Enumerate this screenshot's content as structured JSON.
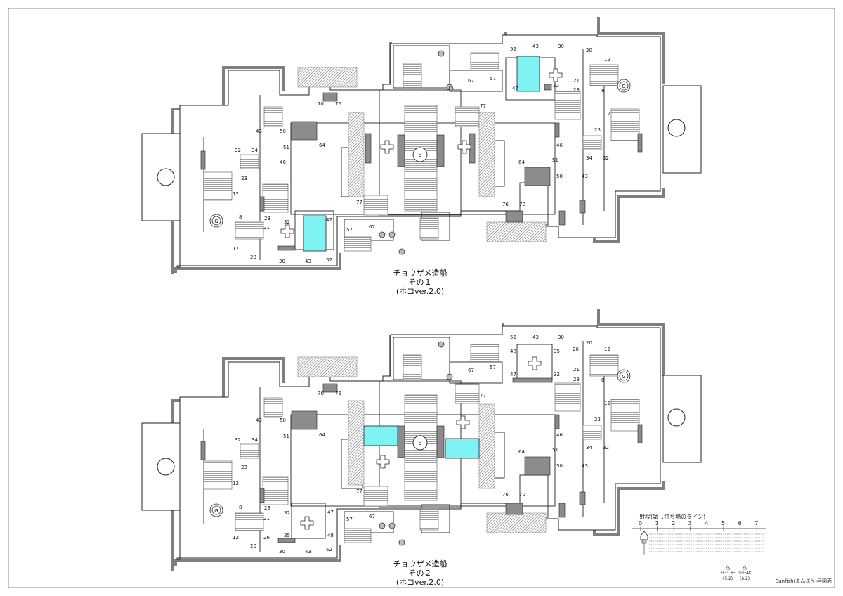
{
  "maps": [
    {
      "id": "map1",
      "title_line1": "チョウザメ造船",
      "title_line2": "その１",
      "title_line3": "(ホコver.2.0)",
      "labels": [
        "43",
        "30",
        "20",
        "12",
        "52",
        "67",
        "57",
        "47",
        "21",
        "23",
        "8",
        "32",
        "70",
        "76",
        "77",
        "12",
        "43",
        "50",
        "51",
        "64",
        "23",
        "46",
        "32",
        "34",
        "23",
        "12",
        "46",
        "64",
        "51",
        "50",
        "43",
        "34",
        "32",
        "77",
        "76",
        "70",
        "32",
        "8",
        "21",
        "23",
        "47",
        "57",
        "67",
        "12",
        "20",
        "30",
        "43",
        "52"
      ],
      "spawn_left": "G",
      "spawn_right": "G",
      "center_marker": "S"
    },
    {
      "id": "map2",
      "title_line1": "チョウザメ造船",
      "title_line2": "その２",
      "title_line3": "(ホコver.2.0)",
      "labels": [
        "52",
        "43",
        "30",
        "20",
        "12",
        "26",
        "48",
        "35",
        "67",
        "57",
        "47",
        "32",
        "21",
        "23",
        "8",
        "70",
        "76",
        "77",
        "43",
        "50",
        "51",
        "64",
        "12",
        "23",
        "46",
        "32",
        "34",
        "23",
        "12",
        "64",
        "51",
        "50",
        "43",
        "34",
        "32",
        "77",
        "76",
        "70",
        "32",
        "8",
        "23",
        "21",
        "47",
        "57",
        "67",
        "12",
        "26",
        "35",
        "48",
        "20",
        "30",
        "43",
        "52"
      ],
      "spawn_left": "G",
      "spawn_right": "G",
      "center_marker": "S"
    }
  ],
  "legend": {
    "title": "射程(試し打ち場のライン)",
    "ticks": [
      "0",
      "1",
      "2",
      "3",
      "4",
      "5",
      "6",
      "7"
    ],
    "marker1_label": "ﾁｬｰｼﾞｬｰ",
    "marker1_value": "(5.2)",
    "marker2_label": "ﾘｯﾀｰ4K",
    "marker2_value": "(6.2)"
  },
  "credit": "Sunfish(まんぼう)＠図面",
  "colors": {
    "wall": "#7f7f7f",
    "dark_fill": "#8c8c8c",
    "light_fill": "#cfcfcf",
    "water_cyan": "#7ff3f3",
    "hatch": "#b9b9b9",
    "line": "#222222"
  }
}
